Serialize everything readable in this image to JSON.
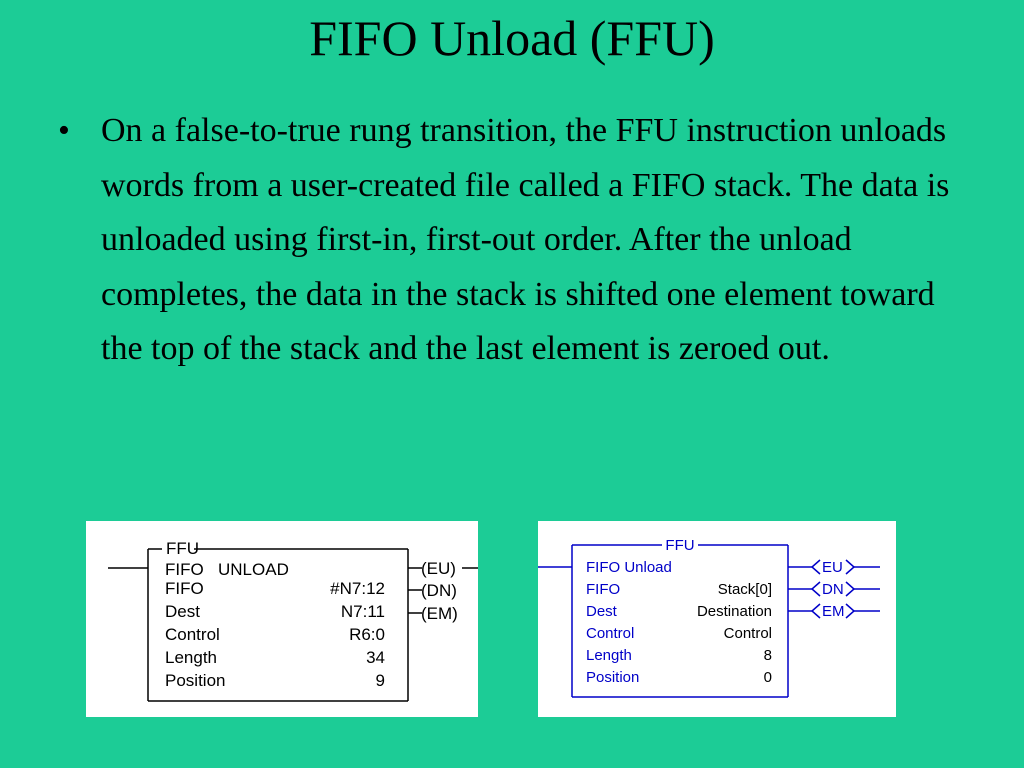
{
  "slide": {
    "title": "FIFO Unload (FFU)",
    "bullet_text": "On a false-to-true rung transition, the FFU instruction unloads words from a user-created file called a FIFO stack. The data is unloaded using first-in, first-out order. After the unload completes, the data in the stack is shifted one element toward the top of the stack and the last element is zeroed out."
  },
  "plc5_block": {
    "mnemonic": "FFU",
    "header_name": "FIFO",
    "header_desc": "UNLOAD",
    "rows": [
      {
        "label": "FIFO",
        "value": "#N7:12"
      },
      {
        "label": "Dest",
        "value": "N7:11"
      },
      {
        "label": "Control",
        "value": "R6:0"
      },
      {
        "label": "Length",
        "value": "34"
      },
      {
        "label": "Position",
        "value": "9"
      }
    ],
    "outputs": [
      "(EU)",
      "(DN)",
      "(EM)"
    ]
  },
  "logix_block": {
    "mnemonic": "FFU",
    "header": "FIFO Unload",
    "rows": [
      {
        "label": "FIFO",
        "value": "Stack[0]"
      },
      {
        "label": "Dest",
        "value": "Destination"
      },
      {
        "label": "Control",
        "value": "Control"
      },
      {
        "label": "Length",
        "value": "8"
      },
      {
        "label": "Position",
        "value": "0"
      }
    ],
    "outputs": [
      "EU",
      "DN",
      "EM"
    ],
    "colors": {
      "line": "#0000c8",
      "text": "#000000"
    }
  }
}
